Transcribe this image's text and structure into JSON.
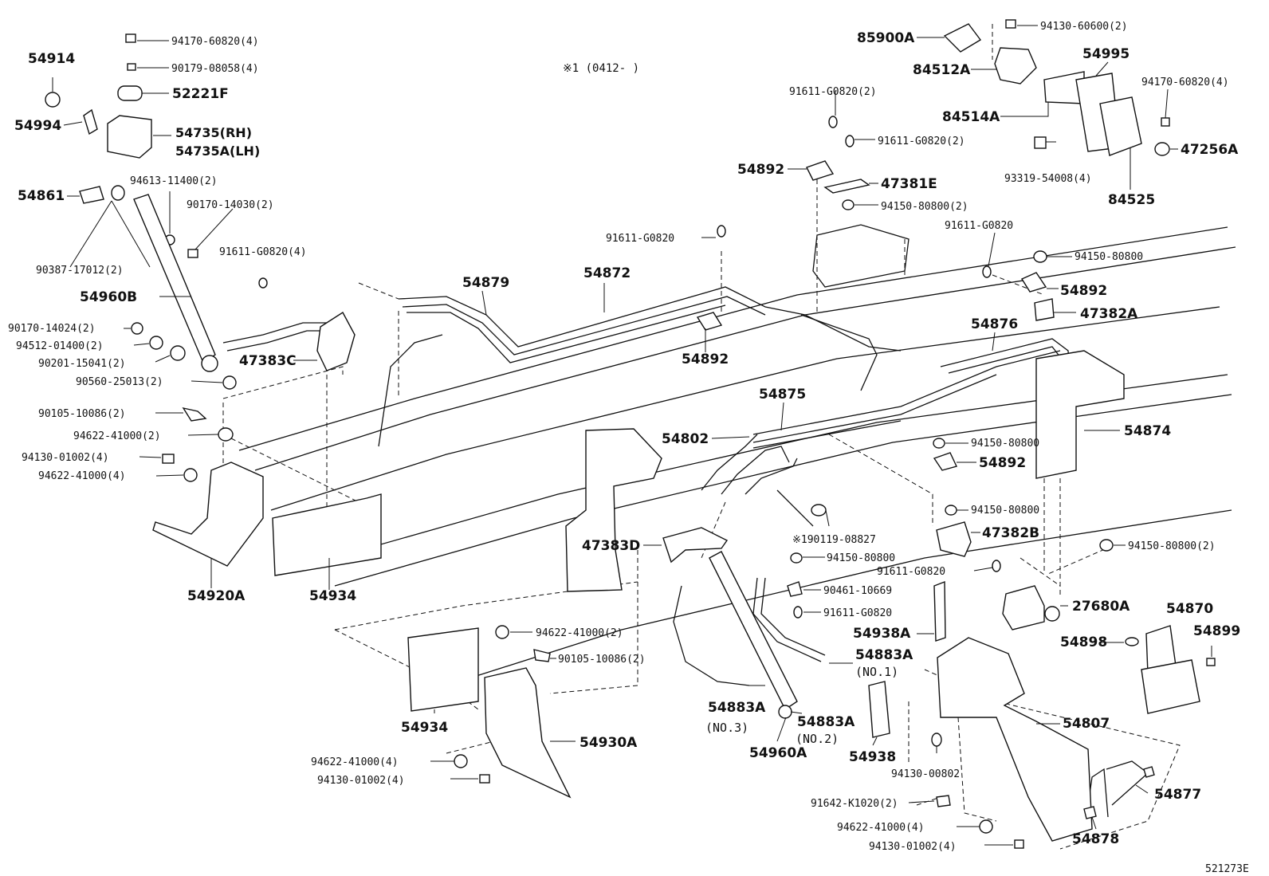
{
  "header_note": "※1 (0412-    )",
  "footer_code": "521273E",
  "callouts": {
    "c54914": "54914",
    "c54994": "54994",
    "c94170_60820_4a": "94170-60820(4)",
    "c90179_08058": "90179-08058(4)",
    "c52221F": "52221F",
    "c54735": "54735(RH)",
    "c54735A": "54735A(LH)",
    "c94613": "94613-11400(2)",
    "c54861": "54861",
    "c90170_14030": "90170-14030(2)",
    "c91611_4": "91611-G0820(4)",
    "c90387": "90387-17012(2)",
    "c54960B": "54960B",
    "c90170_14024": "90170-14024(2)",
    "c94512": "94512-01400(2)",
    "c90201": "90201-15041(2)",
    "c90560": "90560-25013(2)",
    "c47383C": "47383C",
    "c90105_a": "90105-10086(2)",
    "c94622_a": "94622-41000(2)",
    "c94130_01002_a": "94130-01002(4)",
    "c94622_b": "94622-41000(4)",
    "c54920A": "54920A",
    "c54934_a": "54934",
    "c54879": "54879",
    "c54872": "54872",
    "c91611_mid": "91611-G0820",
    "c54892_mid": "54892",
    "c85900A": "85900A",
    "c84512A": "84512A",
    "c84514A": "84514A",
    "c94130_60600": "94130-60600(2)",
    "c54995": "54995",
    "c94170_60820_4b": "94170-60820(4)",
    "c47256A": "47256A",
    "c93319": "93319-54008(4)",
    "c84525": "84525",
    "c91611_top1": "91611-G0820(2)",
    "c91611_top2": "91611-G0820(2)",
    "c54892_top": "54892",
    "c47381E": "47381E",
    "c94150_top": "94150-80800(2)",
    "c91611_right": "91611-G0820",
    "c94150_right": "94150-80800",
    "c54892_right": "54892",
    "c47382A": "47382A",
    "c54876": "54876",
    "c54875": "54875",
    "c54802": "54802",
    "c54874": "54874",
    "c94150_r2": "94150-80800",
    "c54892_r2": "54892",
    "c94150_r3": "94150-80800",
    "c47382B": "47382B",
    "c90119": "※190119-08827",
    "c91611_r4": "91611-G0820",
    "c94150_r5": "94150-80800(2)",
    "c47383D": "47383D",
    "c94150_mid2": "94150-80800",
    "c90461": "90461-10669",
    "c91611_mid2": "91611-G0820",
    "c27680A": "27680A",
    "c54870": "54870",
    "c54899": "54899",
    "c54898": "54898",
    "c54938A": "54938A",
    "c54883A_1": "54883A",
    "c54883A_1n": "(NO.1)",
    "c54883A_3": "54883A",
    "c54883A_3n": "(NO.3)",
    "c54883A_2": "54883A",
    "c54883A_2n": "(NO.2)",
    "c54960A": "54960A",
    "c54807": "54807",
    "c54938": "54938",
    "c94130_00802": "94130-00802",
    "c94622_c": "94622-41000(2)",
    "c90105_b": "90105-10086(2)",
    "c54934_b": "54934",
    "c54930A": "54930A",
    "c94622_d": "94622-41000(4)",
    "c94130_01002_b": "94130-01002(4)",
    "c91642": "91642-K1020(2)",
    "c94622_e": "94622-41000(4)",
    "c94130_01002_c": "94130-01002(4)",
    "c54877": "54877",
    "c54878": "54878"
  }
}
